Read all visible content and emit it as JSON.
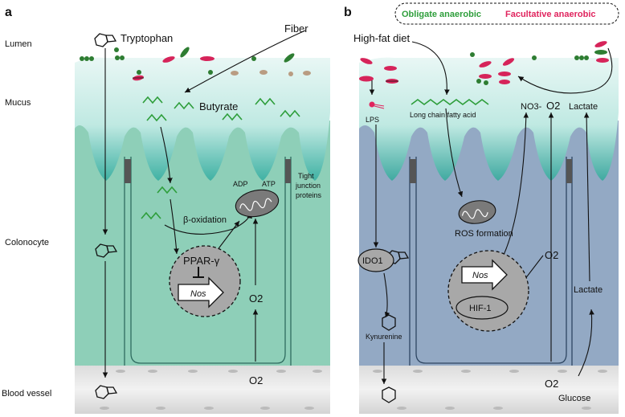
{
  "panels": {
    "a": {
      "letter": "a",
      "tryptophan": "Tryptophan",
      "fiber": "Fiber",
      "butyrate": "Butyrate",
      "adp": "ADP",
      "atp": "ATP",
      "tight_junction": [
        "Tight",
        "junction",
        "proteins"
      ],
      "beta_oxidation": "β-oxidation",
      "ppar": "PPAR-γ",
      "nos": "Nos",
      "o2_cell": "O2",
      "o2_blood": "O2"
    },
    "b": {
      "letter": "b",
      "legend_obligate": "Obligate anaerobic",
      "legend_facultative": "Facultative anaerobic",
      "high_fat_diet": "High-fat diet",
      "lps": "LPS",
      "lcfa": "Long chain fatty acid",
      "no3": "NO3-",
      "o2_top": "O2",
      "lactate_top": "Lactate",
      "ros": "ROS formation",
      "ido1": "IDO1",
      "o2_mid": "O2",
      "nos": "Nos",
      "hif1": "HIF-1",
      "lactate_mid": "Lactate",
      "kynurenine": "Kynurenine",
      "o2_bottom": "O2",
      "glucose": "Glucose"
    }
  },
  "row_labels": {
    "lumen": "Lumen",
    "mucus": "Mucus",
    "colonocyte": "Colonocyte",
    "blood_vessel": "Blood vessel"
  },
  "colors": {
    "mucus_teal": "#8fd3c8",
    "cell_green": "#8ecfb8",
    "cell_blue": "#93a9c4",
    "nucleus_gray": "#a8a8a8",
    "obligate_green": "#2e9e3b",
    "facultative_pink": "#e0245e"
  }
}
